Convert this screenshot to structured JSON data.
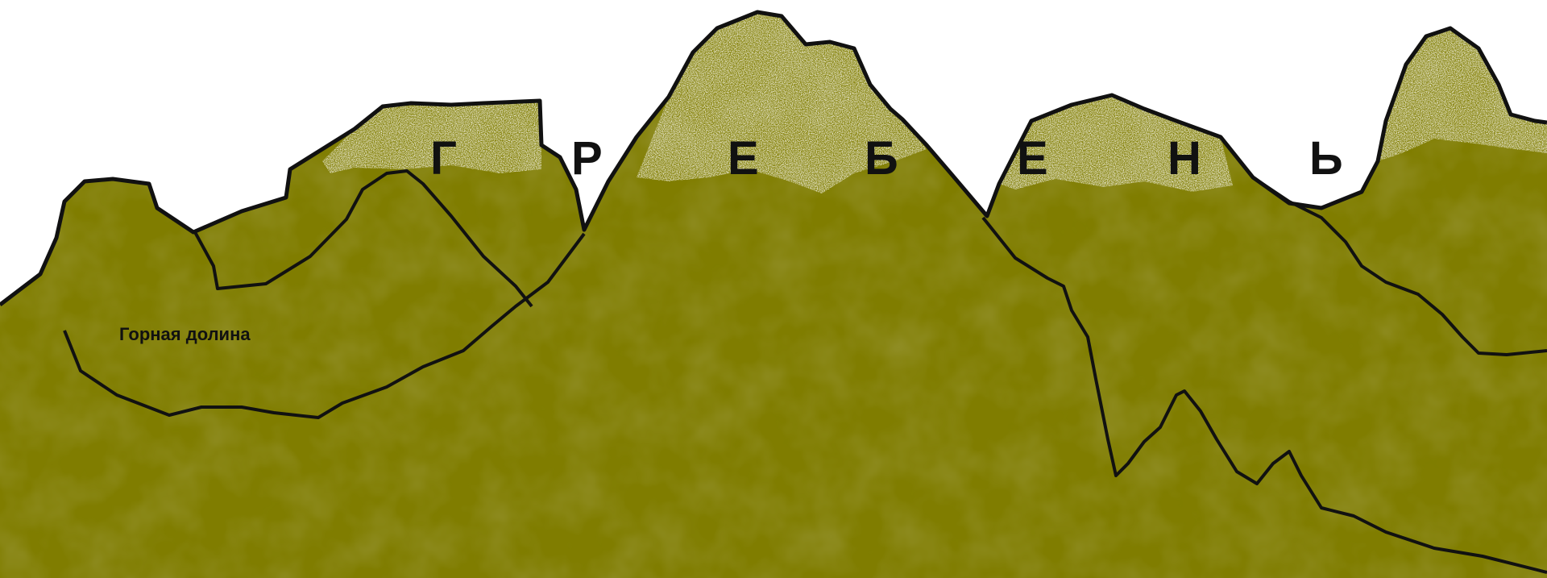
{
  "diagram": {
    "ridge_letters": [
      "Г",
      "Р",
      "Е",
      "Б",
      "Е",
      "Н",
      "Ь"
    ],
    "valley_label": "Горная долина",
    "colors": {
      "mountain": "#807d00",
      "snow": "#efecd8",
      "outline": "#111111",
      "sky": "#ffffff"
    }
  }
}
